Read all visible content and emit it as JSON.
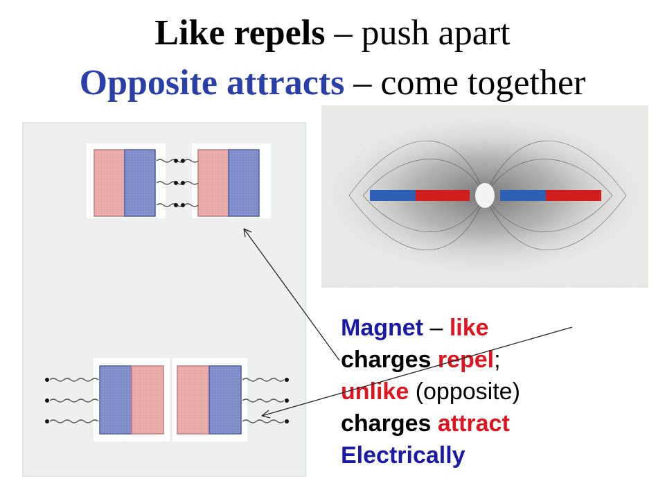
{
  "title": {
    "line1": {
      "emphasis": "Like repels",
      "rest": " – push apart"
    },
    "line2": {
      "emphasis": "Opposite attracts",
      "rest": " – come together"
    }
  },
  "explanation": {
    "line1": {
      "a": "Magnet",
      "b": " – ",
      "c": "like"
    },
    "line2": {
      "a": "charges ",
      "b": "repel",
      "c": ";"
    },
    "line3": {
      "a": "unlike",
      "b": " (opposite)"
    },
    "line4": {
      "a": "charges ",
      "b": "attract"
    },
    "line5": {
      "a": "Electrically"
    }
  },
  "colors": {
    "blue_pole": "#7d8cc8",
    "red_pole": "#e8aaa6",
    "title_blue": "#2a3fa8",
    "text_blue": "#1a1aa8",
    "text_red": "#e0141e"
  },
  "icons": {
    "repel_pair": "bar-magnets-like-poles-facing",
    "attract_pair": "bar-magnets-opposite-poles-facing",
    "iron_filings": "iron-filings-field-photo"
  }
}
